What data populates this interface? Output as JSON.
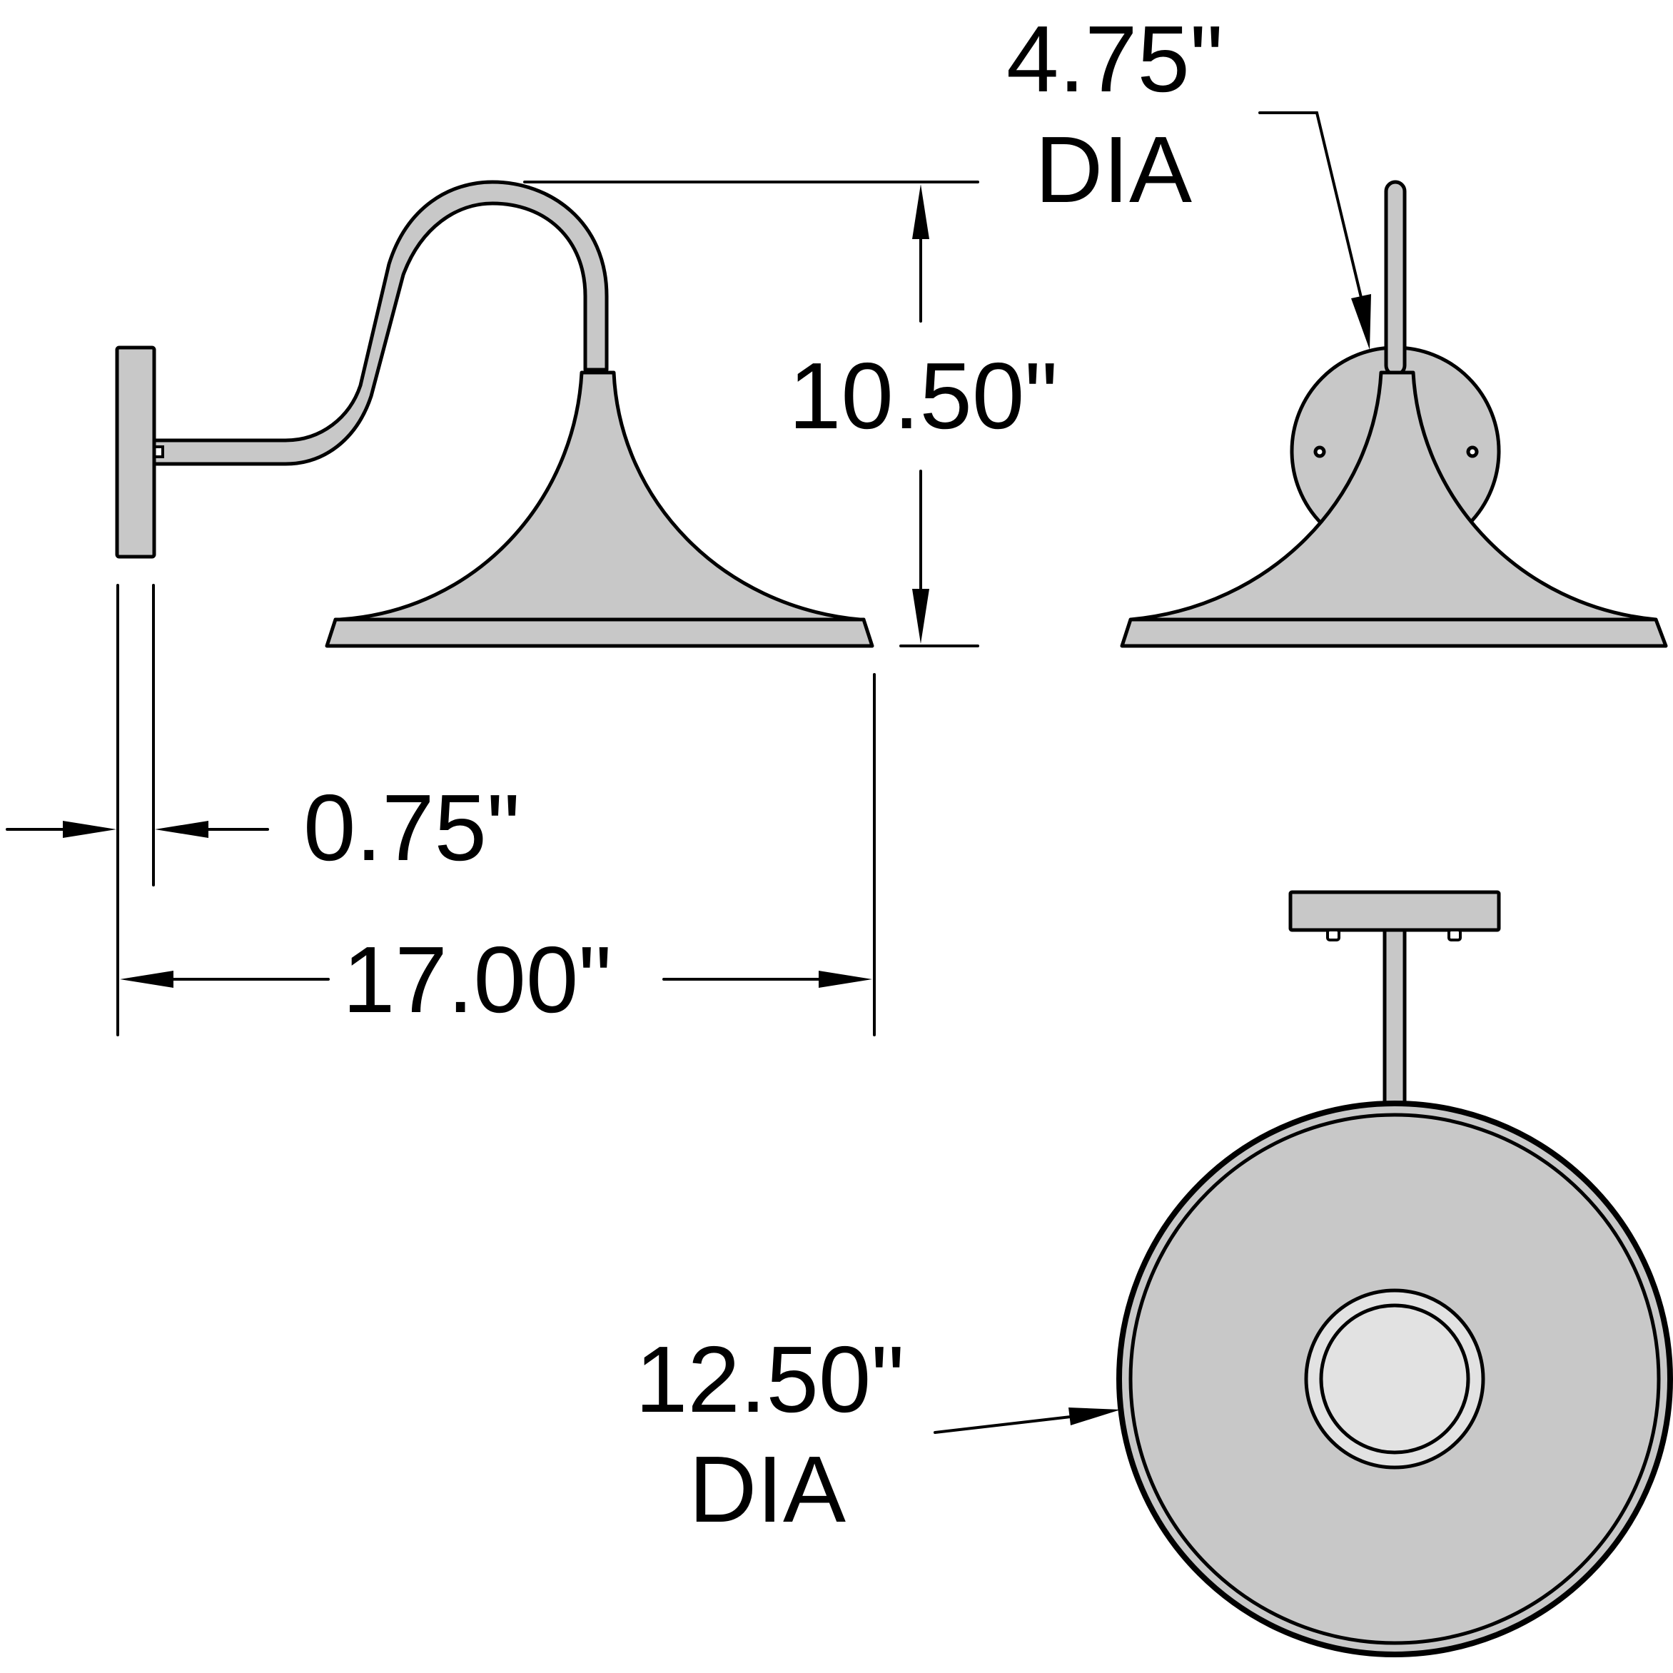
{
  "drawing": {
    "title": "Gooseneck barn light dimension drawing",
    "colors": {
      "fill": "#c8c8c8",
      "lens": "#e2e2e2",
      "line": "#000000",
      "background": "#ffffff"
    },
    "views": [
      "side-view",
      "front-view",
      "bottom-view"
    ]
  },
  "dimensions": {
    "backplate_dia": {
      "value": "4.75\"",
      "suffix": "DIA"
    },
    "height": {
      "value": "10.50\""
    },
    "backplate_depth": {
      "value": "0.75\""
    },
    "extension": {
      "value": "17.00\""
    },
    "shade_dia": {
      "value": "12.50\"",
      "suffix": "DIA"
    }
  }
}
